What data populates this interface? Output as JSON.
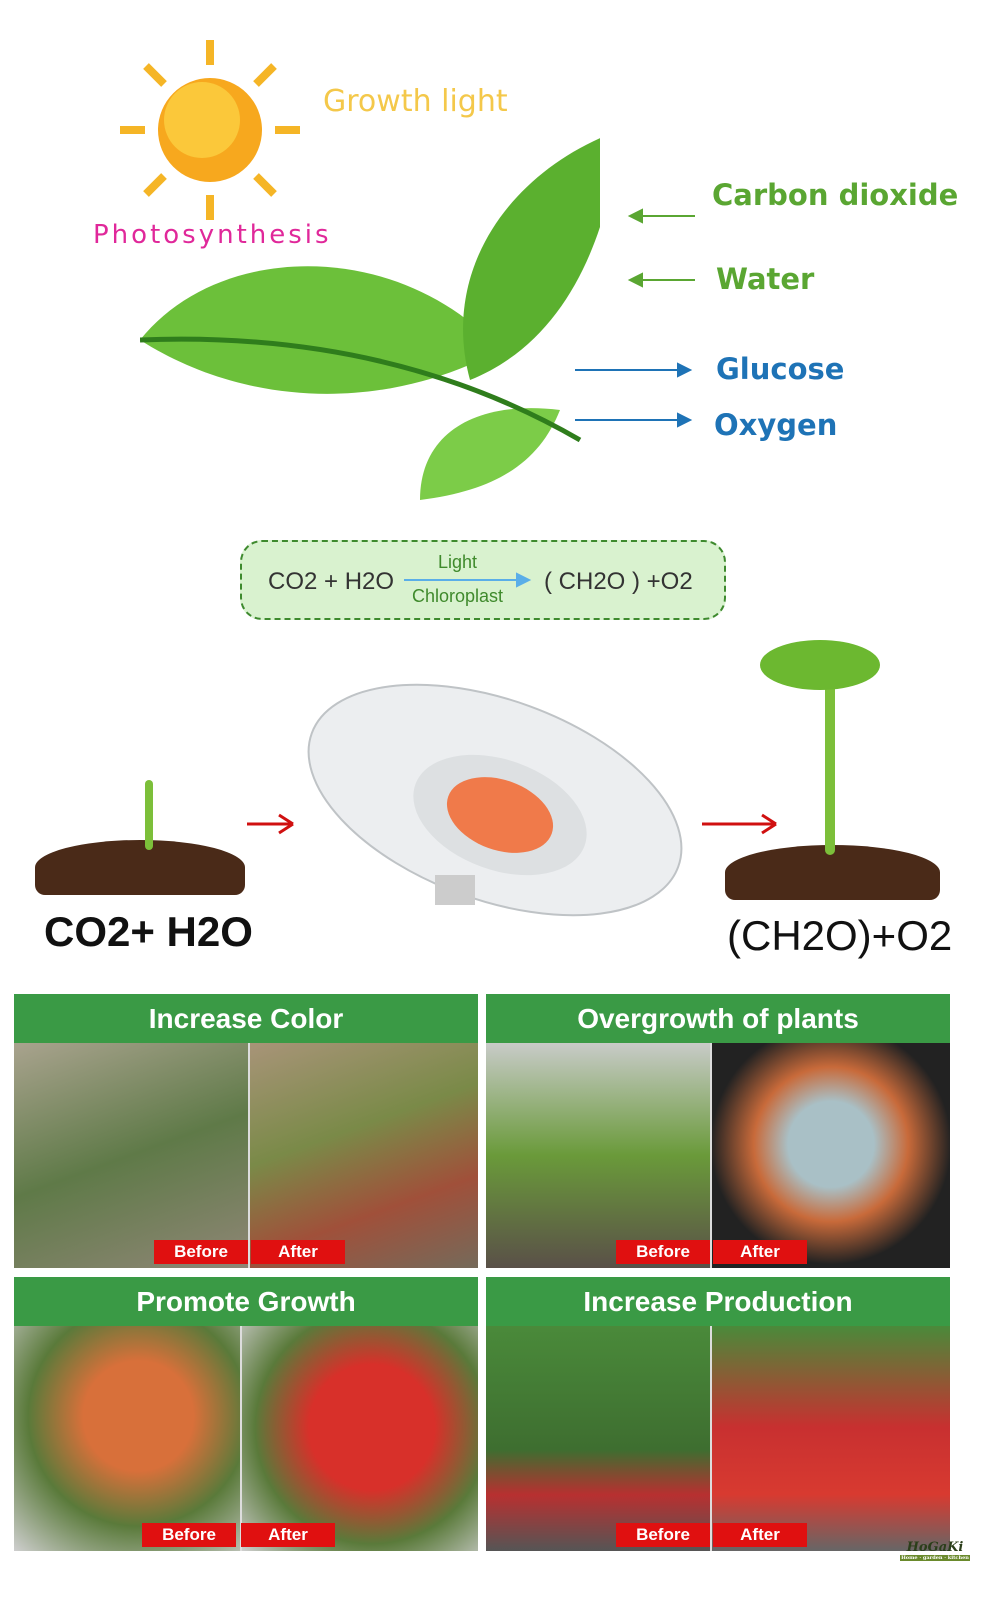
{
  "diagram": {
    "growth_light": "Growth light",
    "photosynthesis": "Photosynthesis",
    "inputs": [
      "Carbon dioxide",
      "Water"
    ],
    "outputs": [
      "Glucose",
      "Oxygen"
    ]
  },
  "formula": {
    "left": "CO2 + H2O",
    "above": "Light",
    "below": "Chloroplast",
    "right": "( CH2O ) +O2"
  },
  "process": {
    "left": "CO2+ H2O",
    "right": "(CH2O)+O2"
  },
  "panels": [
    {
      "title": "Increase Color",
      "before": "Before",
      "after": "After"
    },
    {
      "title": "Overgrowth of plants",
      "before": "Before",
      "after": "After"
    },
    {
      "title": "Promote Growth",
      "before": "Before",
      "after": "After"
    },
    {
      "title": "Increase Production",
      "before": "Before",
      "after": "After"
    }
  ],
  "logo": {
    "name": "HoGaKi",
    "tagline": "Home · garden · kitchen"
  }
}
